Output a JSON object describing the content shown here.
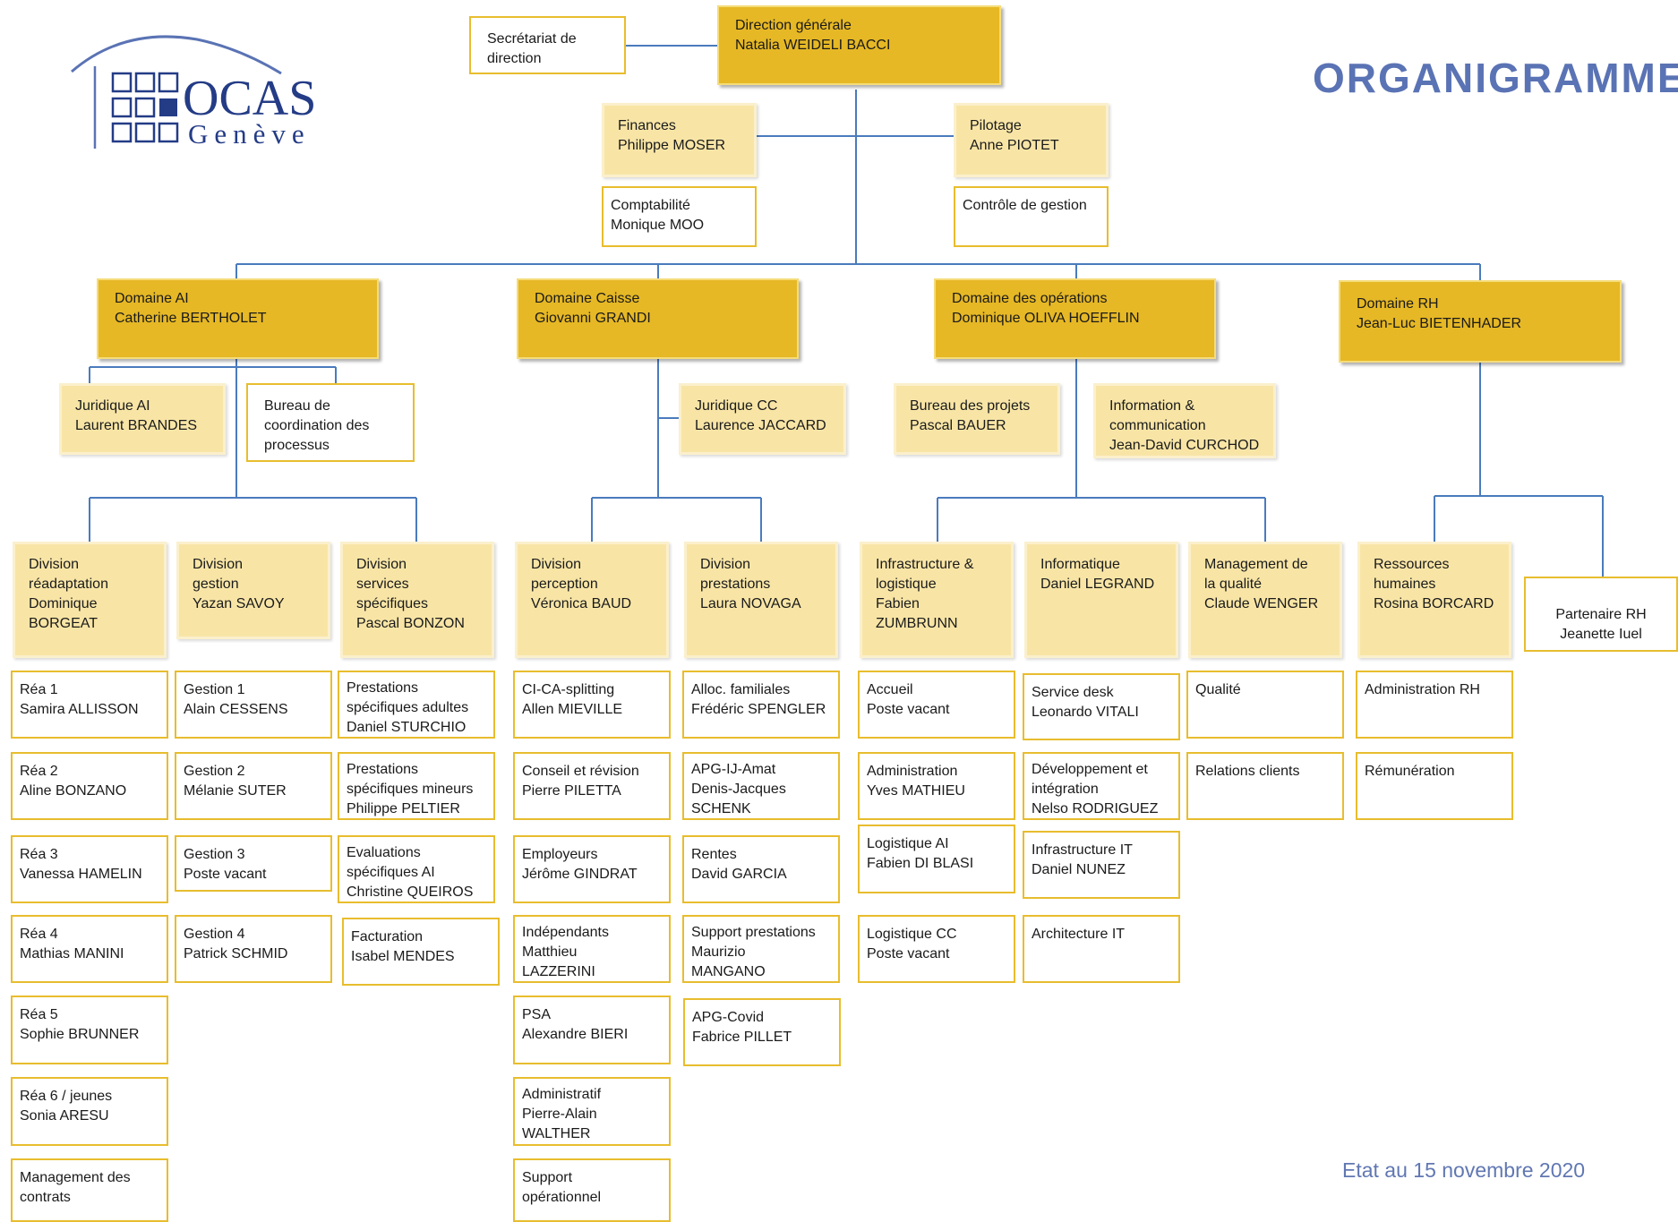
{
  "logo": {
    "name": "OCAS",
    "city": "Genève"
  },
  "title": "ORGANIGRAMME",
  "status_date": "Etat au 15 novembre 2020",
  "top": {
    "direction": {
      "lines": [
        "Direction générale",
        "Natalia WEIDELI BACCI"
      ]
    },
    "secretariat": {
      "lines": [
        "Secrétariat de",
        "direction"
      ]
    },
    "finances": {
      "lines": [
        "Finances",
        "Philippe MOSER"
      ]
    },
    "comptabilite": {
      "lines": [
        "Comptabilité",
        "Monique MOO"
      ]
    },
    "pilotage": {
      "lines": [
        "Pilotage",
        "Anne PIOTET"
      ]
    },
    "controle": {
      "lines": [
        "Contrôle de gestion"
      ]
    }
  },
  "domains": {
    "ai": {
      "head": {
        "lines": [
          "Domaine AI",
          "Catherine BERTHOLET"
        ]
      },
      "juridique": {
        "lines": [
          "Juridique AI",
          "Laurent BRANDES"
        ]
      },
      "bureau": {
        "lines": [
          "Bureau de",
          "coordination des",
          "processus"
        ]
      },
      "div_readaptation": {
        "head": {
          "lines": [
            "Division",
            "réadaptation",
            "Dominique",
            "BORGEAT"
          ]
        },
        "units": [
          {
            "lines": [
              "Réa 1",
              "Samira ALLISSON"
            ]
          },
          {
            "lines": [
              "Réa 2",
              "Aline BONZANO"
            ]
          },
          {
            "lines": [
              "Réa 3",
              "Vanessa HAMELIN"
            ]
          },
          {
            "lines": [
              "Réa 4",
              "Mathias MANINI"
            ]
          },
          {
            "lines": [
              "Réa 5",
              "Sophie BRUNNER"
            ]
          },
          {
            "lines": [
              "Réa 6 / jeunes",
              "Sonia ARESU"
            ]
          },
          {
            "lines": [
              "Management des",
              "contrats"
            ]
          }
        ]
      },
      "div_gestion": {
        "head": {
          "lines": [
            "Division",
            "gestion",
            "Yazan SAVOY"
          ]
        },
        "units": [
          {
            "lines": [
              "Gestion 1",
              "Alain CESSENS"
            ]
          },
          {
            "lines": [
              "Gestion 2",
              "Mélanie SUTER"
            ]
          },
          {
            "lines": [
              "Gestion 3",
              "Poste vacant"
            ]
          },
          {
            "lines": [
              "Gestion 4",
              "Patrick SCHMID"
            ]
          }
        ]
      },
      "div_services": {
        "head": {
          "lines": [
            "Division",
            "services",
            "spécifiques",
            "Pascal BONZON"
          ]
        },
        "units": [
          {
            "lines": [
              "Prestations",
              "spécifiques adultes",
              "Daniel STURCHIO"
            ]
          },
          {
            "lines": [
              "Prestations",
              "spécifiques mineurs",
              "Philippe PELTIER"
            ]
          },
          {
            "lines": [
              "Evaluations",
              "spécifiques AI",
              "Christine QUEIROS"
            ]
          },
          {
            "lines": [
              "Facturation",
              "Isabel MENDES"
            ]
          }
        ]
      }
    },
    "caisse": {
      "head": {
        "lines": [
          "Domaine Caisse",
          "Giovanni GRANDI"
        ]
      },
      "juridique": {
        "lines": [
          "Juridique CC",
          "Laurence JACCARD"
        ]
      },
      "div_perception": {
        "head": {
          "lines": [
            "Division",
            "perception",
            "Véronica BAUD"
          ]
        },
        "units": [
          {
            "lines": [
              "CI-CA-splitting",
              "Allen MIEVILLE"
            ]
          },
          {
            "lines": [
              "Conseil et révision",
              "Pierre PILETTA"
            ]
          },
          {
            "lines": [
              "Employeurs",
              "Jérôme GINDRAT"
            ]
          },
          {
            "lines": [
              "Indépendants",
              "Matthieu",
              "LAZZERINI"
            ]
          },
          {
            "lines": [
              "PSA",
              "Alexandre BIERI"
            ]
          },
          {
            "lines": [
              "Administratif",
              "Pierre-Alain",
              "WALTHER"
            ]
          },
          {
            "lines": [
              "Support",
              "opérationnel"
            ]
          }
        ]
      },
      "div_prestations": {
        "head": {
          "lines": [
            "Division",
            "prestations",
            "Laura NOVAGA"
          ]
        },
        "units": [
          {
            "lines": [
              "Alloc. familiales",
              "Frédéric SPENGLER"
            ]
          },
          {
            "lines": [
              "APG-IJ-Amat",
              "Denis-Jacques",
              "SCHENK"
            ]
          },
          {
            "lines": [
              "Rentes",
              "David GARCIA"
            ]
          },
          {
            "lines": [
              "Support prestations",
              "Maurizio",
              "MANGANO"
            ]
          },
          {
            "lines": [
              "APG-Covid",
              "Fabrice PILLET"
            ]
          }
        ]
      }
    },
    "operations": {
      "head": {
        "lines": [
          "Domaine des opérations",
          "Dominique OLIVA HOEFFLIN"
        ]
      },
      "bureau_projets": {
        "lines": [
          "Bureau des projets",
          "Pascal BAUER"
        ]
      },
      "information": {
        "lines": [
          "Information &",
          "communication",
          "Jean-David CURCHOD"
        ]
      },
      "infrastructure": {
        "head": {
          "lines": [
            "Infrastructure &",
            "logistique",
            "Fabien",
            "ZUMBRUNN"
          ]
        },
        "units": [
          {
            "lines": [
              "Accueil",
              "Poste vacant"
            ]
          },
          {
            "lines": [
              "Administration",
              "Yves MATHIEU"
            ]
          },
          {
            "lines": [
              "Logistique AI",
              "Fabien DI BLASI"
            ]
          },
          {
            "lines": [
              "Logistique CC",
              "Poste vacant"
            ]
          }
        ]
      },
      "informatique": {
        "head": {
          "lines": [
            "Informatique",
            "Daniel LEGRAND"
          ]
        },
        "units": [
          {
            "lines": [
              "Service desk",
              "Leonardo VITALI"
            ]
          },
          {
            "lines": [
              "Développement et",
              "intégration",
              "Nelso RODRIGUEZ"
            ]
          },
          {
            "lines": [
              "Infrastructure IT",
              "Daniel NUNEZ"
            ]
          },
          {
            "lines": [
              "Architecture IT"
            ]
          }
        ]
      },
      "qualite": {
        "head": {
          "lines": [
            "Management de",
            "la qualité",
            "Claude WENGER"
          ]
        },
        "units": [
          {
            "lines": [
              "Qualité"
            ]
          },
          {
            "lines": [
              "Relations clients"
            ]
          }
        ]
      }
    },
    "rh": {
      "head": {
        "lines": [
          "Domaine RH",
          "Jean-Luc BIETENHADER"
        ]
      },
      "ressources": {
        "head": {
          "lines": [
            "Ressources",
            "humaines",
            "Rosina BORCARD"
          ]
        },
        "units": [
          {
            "lines": [
              "Administration RH"
            ]
          },
          {
            "lines": [
              "Rémunération"
            ]
          }
        ]
      },
      "partenaire": {
        "lines": [
          "Partenaire RH",
          "Jeanette Iuel"
        ]
      }
    }
  }
}
